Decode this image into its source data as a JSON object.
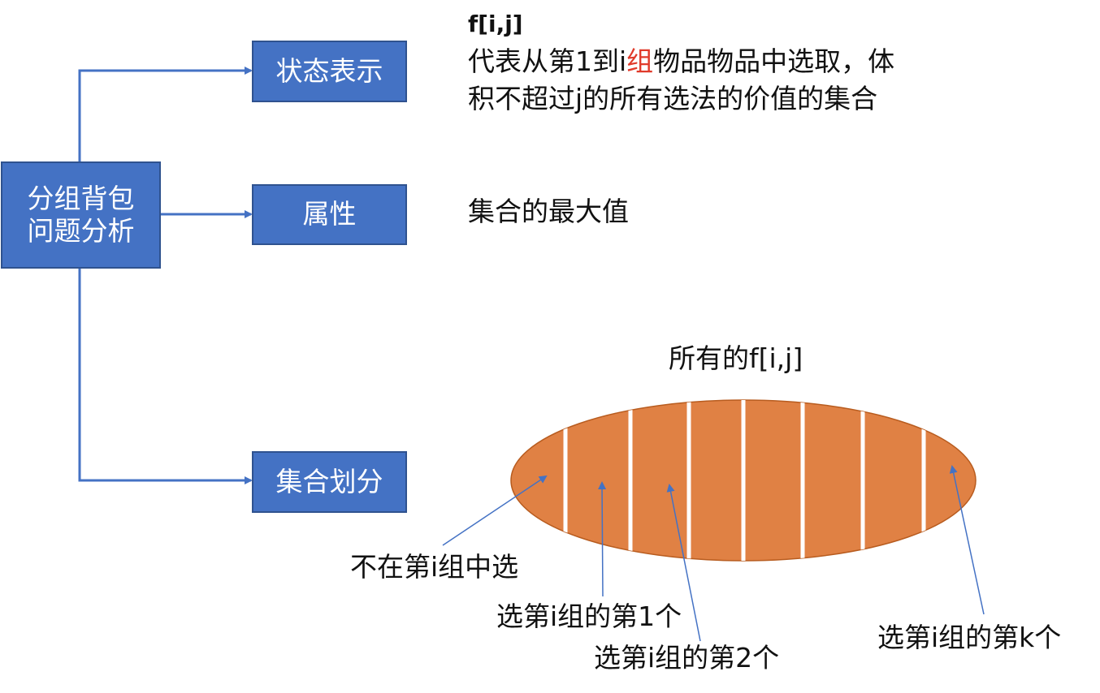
{
  "colors": {
    "box_fill": "#4472c4",
    "box_border": "#2f528f",
    "connector": "#4472c4",
    "ellipse_fill": "#e08144",
    "divider": "#ffffff",
    "highlight_red": "#e03b2b",
    "pointer": "#4472c4"
  },
  "root": {
    "line1": "分组背包",
    "line2": "问题分析"
  },
  "nodes": {
    "state": "状态表示",
    "property": "属性",
    "partition": "集合划分"
  },
  "state_desc": {
    "title": "f[i,j]",
    "line1_pre": "代表从第1到i",
    "line1_red": "组",
    "line1_post": "物品物品中选取，体",
    "line2": "积不超过j的所有选法的价值的集合"
  },
  "property_desc": "集合的最大值",
  "set_label": "所有的f[i,j]",
  "labels": {
    "not_choose": "不在第i组中选",
    "choose_1": "选第i组的第1个",
    "choose_2": "选第i组的第2个",
    "choose_k": "选第i组的第k个"
  }
}
